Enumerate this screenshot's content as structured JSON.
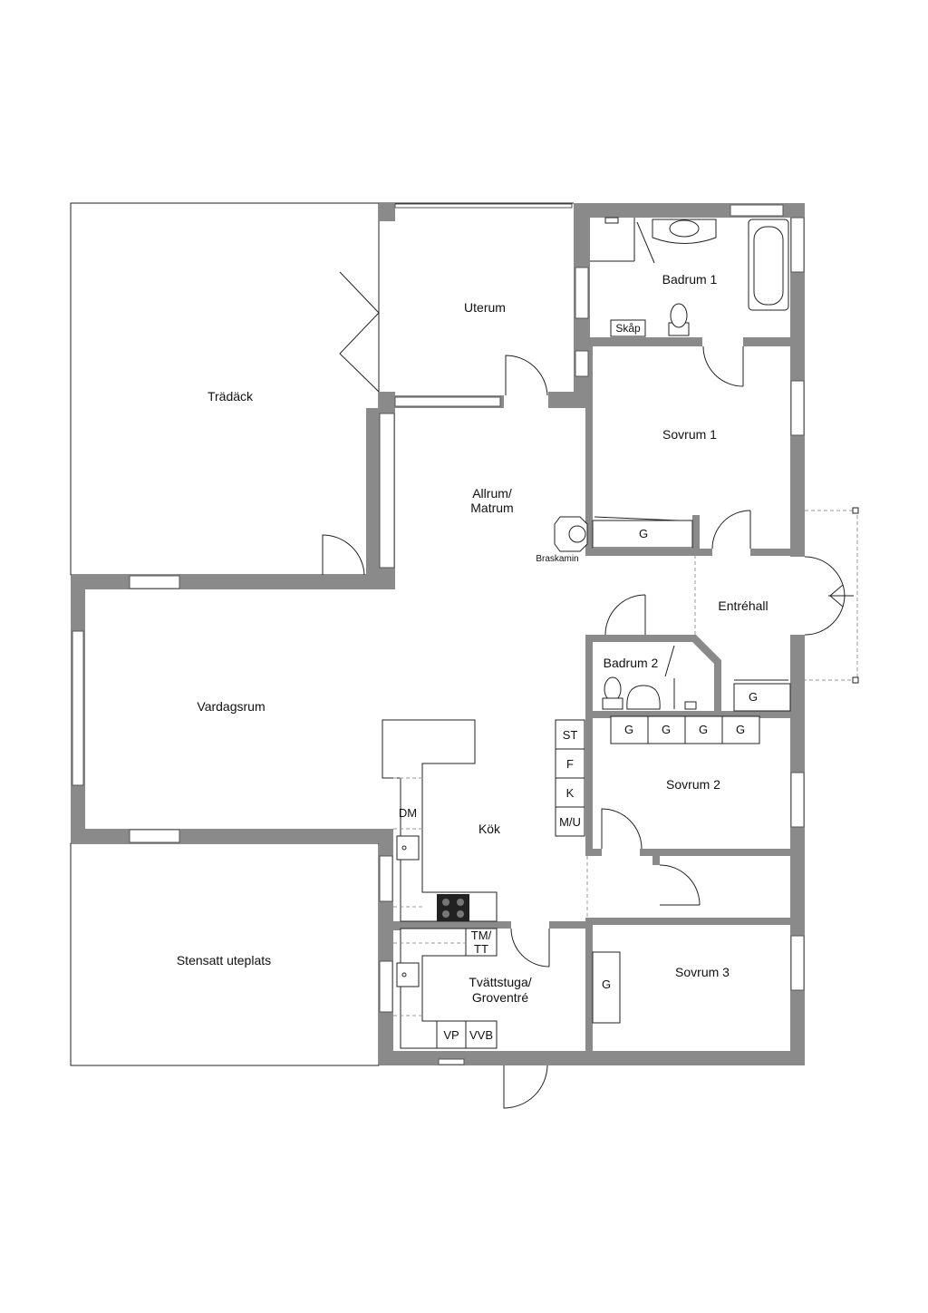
{
  "rooms": {
    "tradack": "Trädäck",
    "uterum": "Uterum",
    "badrum1": "Badrum 1",
    "skap": "Skåp",
    "sovrum1": "Sovrum 1",
    "allrum_line1": "Allrum/",
    "allrum_line2": "Matrum",
    "braskamin": "Braskamin",
    "entrehall": "Entréhall",
    "badrum2": "Badrum 2",
    "vardagsrum": "Vardagsrum",
    "kok": "Kök",
    "sovrum2": "Sovrum 2",
    "sovrum3": "Sovrum 3",
    "stensatt": "Stensatt uteplats",
    "tvattstuga_line1": "Tvättstuga/",
    "tvattstuga_line2": "Groventré"
  },
  "fixtures": {
    "wardrobe": "G",
    "st": "ST",
    "f": "F",
    "k": "K",
    "mu": "M/U",
    "dm": "DM",
    "tm_line1": "TM/",
    "tm_line2": "TT",
    "vp": "VP",
    "vvb": "VVB"
  }
}
